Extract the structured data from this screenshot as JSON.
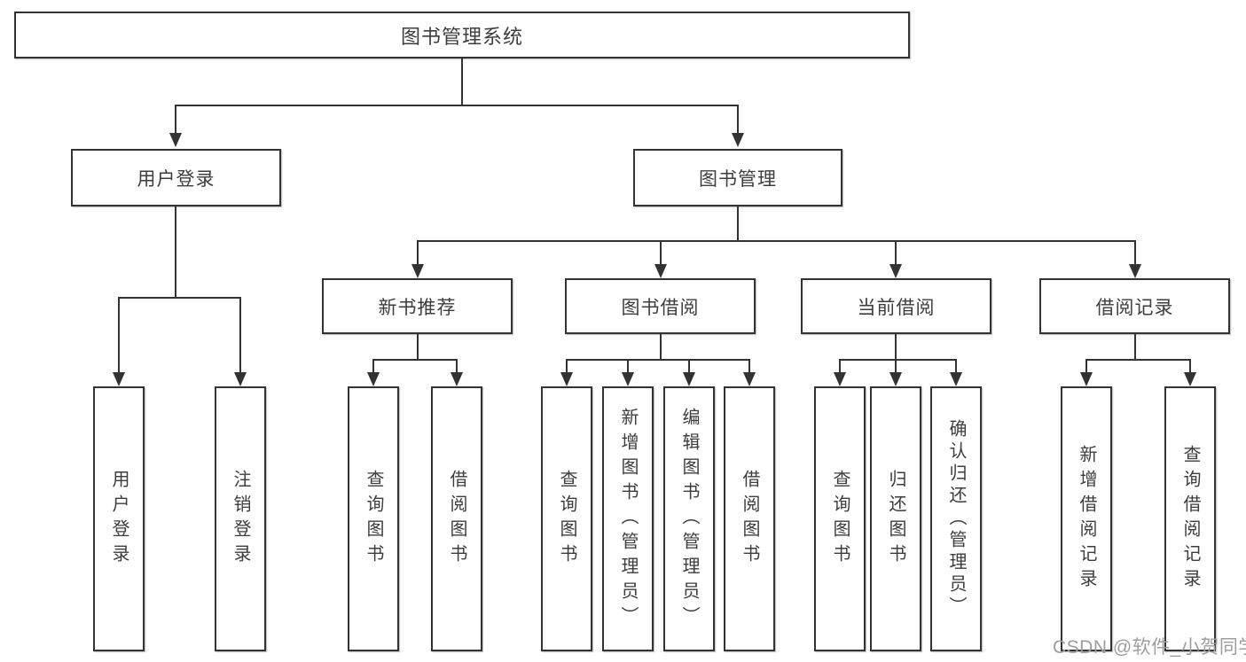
{
  "colors": {
    "background": "#ffffff",
    "line": "#333333",
    "box_border": "#333333",
    "text": "#3d3d3d",
    "watermark": "#9e9e9e"
  },
  "watermark": {
    "text": "CSDN @软件_小贺同学"
  },
  "tree": {
    "label": "图书管理系统",
    "children": [
      {
        "label": "用户登录",
        "children": [
          {
            "label": "用户登录"
          },
          {
            "label": "注销登录"
          }
        ]
      },
      {
        "label": "图书管理",
        "children": [
          {
            "label": "新书推荐",
            "children": [
              {
                "label": "查询图书"
              },
              {
                "label": "借阅图书"
              }
            ]
          },
          {
            "label": "图书借阅",
            "children": [
              {
                "label": "查询图书"
              },
              {
                "label": "新增图书（管理员）"
              },
              {
                "label": "编辑图书（管理员）"
              },
              {
                "label": "借阅图书"
              }
            ]
          },
          {
            "label": "当前借阅",
            "children": [
              {
                "label": "查询图书"
              },
              {
                "label": "归还图书"
              },
              {
                "label": "确认归还（管理员）"
              }
            ]
          },
          {
            "label": "借阅记录",
            "children": [
              {
                "label": "新增借阅记录"
              },
              {
                "label": "查询借阅记录"
              }
            ]
          }
        ]
      }
    ]
  }
}
